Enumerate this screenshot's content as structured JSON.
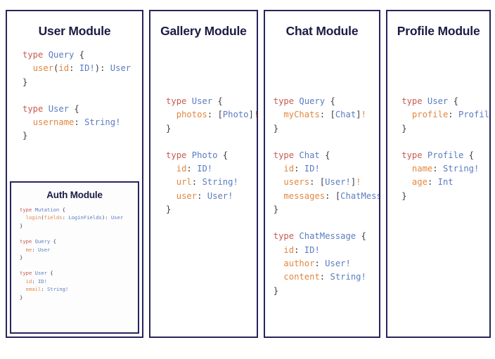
{
  "theme": {
    "border_color": "#27245c",
    "title_color": "#1b1b43",
    "keyword_color": "#c85b53",
    "type_color": "#5b7cc0",
    "field_color": "#e2873f",
    "punctuation_color": "#3b3b42",
    "background": "#ffffff"
  },
  "modules": [
    {
      "id": "user",
      "title": "User Module",
      "blocks": [
        {
          "lines": [
            [
              {
                "t": "type ",
                "c": "kw"
              },
              {
                "t": "Query",
                "c": "typ"
              },
              {
                "t": " {",
                "c": "pun"
              }
            ],
            [
              {
                "t": "  ",
                "c": "pun"
              },
              {
                "t": "user",
                "c": "fld"
              },
              {
                "t": "(",
                "c": "pun"
              },
              {
                "t": "id",
                "c": "fld"
              },
              {
                "t": ": ",
                "c": "pun"
              },
              {
                "t": "ID!",
                "c": "typ"
              },
              {
                "t": "): ",
                "c": "pun"
              },
              {
                "t": "User",
                "c": "typ"
              }
            ],
            [
              {
                "t": "}",
                "c": "pun"
              }
            ]
          ]
        },
        {
          "lines": [
            [
              {
                "t": "type ",
                "c": "kw"
              },
              {
                "t": "User",
                "c": "typ"
              },
              {
                "t": " {",
                "c": "pun"
              }
            ],
            [
              {
                "t": "  ",
                "c": "pun"
              },
              {
                "t": "username",
                "c": "fld"
              },
              {
                "t": ": ",
                "c": "pun"
              },
              {
                "t": "String!",
                "c": "typ"
              }
            ],
            [
              {
                "t": "}",
                "c": "pun"
              }
            ]
          ]
        }
      ],
      "nested": {
        "id": "auth",
        "title": "Auth Module",
        "blocks": [
          {
            "lines": [
              [
                {
                  "t": "type ",
                  "c": "kw"
                },
                {
                  "t": "Mutation",
                  "c": "typ"
                },
                {
                  "t": " {",
                  "c": "pun"
                }
              ],
              [
                {
                  "t": "  ",
                  "c": "pun"
                },
                {
                  "t": "login",
                  "c": "fld"
                },
                {
                  "t": "(",
                  "c": "pun"
                },
                {
                  "t": "fields",
                  "c": "fld"
                },
                {
                  "t": ": ",
                  "c": "pun"
                },
                {
                  "t": "LoginFields",
                  "c": "typ"
                },
                {
                  "t": "): ",
                  "c": "pun"
                },
                {
                  "t": "User",
                  "c": "typ"
                }
              ],
              [
                {
                  "t": "}",
                  "c": "pun"
                }
              ]
            ]
          },
          {
            "lines": [
              [
                {
                  "t": "type ",
                  "c": "kw"
                },
                {
                  "t": "Query",
                  "c": "typ"
                },
                {
                  "t": " {",
                  "c": "pun"
                }
              ],
              [
                {
                  "t": "  ",
                  "c": "pun"
                },
                {
                  "t": "me",
                  "c": "fld"
                },
                {
                  "t": ": ",
                  "c": "pun"
                },
                {
                  "t": "User",
                  "c": "typ"
                }
              ],
              [
                {
                  "t": "}",
                  "c": "pun"
                }
              ]
            ]
          },
          {
            "lines": [
              [
                {
                  "t": "type ",
                  "c": "kw"
                },
                {
                  "t": "User",
                  "c": "typ"
                },
                {
                  "t": " {",
                  "c": "pun"
                }
              ],
              [
                {
                  "t": "  ",
                  "c": "pun"
                },
                {
                  "t": "id",
                  "c": "fld"
                },
                {
                  "t": ": ",
                  "c": "pun"
                },
                {
                  "t": "ID!",
                  "c": "typ"
                }
              ],
              [
                {
                  "t": "  ",
                  "c": "pun"
                },
                {
                  "t": "email",
                  "c": "fld"
                },
                {
                  "t": ": ",
                  "c": "pun"
                },
                {
                  "t": "String!",
                  "c": "typ"
                }
              ],
              [
                {
                  "t": "}",
                  "c": "pun"
                }
              ]
            ]
          }
        ]
      }
    },
    {
      "id": "gallery",
      "title": "Gallery Module",
      "blocks": [
        {
          "lines": [
            [
              {
                "t": "type ",
                "c": "kw"
              },
              {
                "t": "User",
                "c": "typ"
              },
              {
                "t": " {",
                "c": "pun"
              }
            ],
            [
              {
                "t": "  ",
                "c": "pun"
              },
              {
                "t": "photos",
                "c": "fld"
              },
              {
                "t": ": ",
                "c": "pun"
              },
              {
                "t": "[",
                "c": "pun"
              },
              {
                "t": "Photo",
                "c": "typ"
              },
              {
                "t": "]",
                "c": "pun"
              },
              {
                "t": "!",
                "c": "fld"
              }
            ],
            [
              {
                "t": "}",
                "c": "pun"
              }
            ]
          ]
        },
        {
          "lines": [
            [
              {
                "t": "type ",
                "c": "kw"
              },
              {
                "t": "Photo",
                "c": "typ"
              },
              {
                "t": " {",
                "c": "pun"
              }
            ],
            [
              {
                "t": "  ",
                "c": "pun"
              },
              {
                "t": "id",
                "c": "fld"
              },
              {
                "t": ": ",
                "c": "pun"
              },
              {
                "t": "ID!",
                "c": "typ"
              }
            ],
            [
              {
                "t": "  ",
                "c": "pun"
              },
              {
                "t": "url",
                "c": "fld"
              },
              {
                "t": ": ",
                "c": "pun"
              },
              {
                "t": "String!",
                "c": "typ"
              }
            ],
            [
              {
                "t": "  ",
                "c": "pun"
              },
              {
                "t": "user",
                "c": "fld"
              },
              {
                "t": ": ",
                "c": "pun"
              },
              {
                "t": "User!",
                "c": "typ"
              }
            ],
            [
              {
                "t": "}",
                "c": "pun"
              }
            ]
          ]
        }
      ]
    },
    {
      "id": "chat",
      "title": "Chat Module",
      "blocks": [
        {
          "lines": [
            [
              {
                "t": "type ",
                "c": "kw"
              },
              {
                "t": "Query",
                "c": "typ"
              },
              {
                "t": " {",
                "c": "pun"
              }
            ],
            [
              {
                "t": "  ",
                "c": "pun"
              },
              {
                "t": "myChats",
                "c": "fld"
              },
              {
                "t": ": ",
                "c": "pun"
              },
              {
                "t": "[",
                "c": "pun"
              },
              {
                "t": "Chat",
                "c": "typ"
              },
              {
                "t": "]",
                "c": "pun"
              },
              {
                "t": "!",
                "c": "fld"
              }
            ],
            [
              {
                "t": "}",
                "c": "pun"
              }
            ]
          ]
        },
        {
          "lines": [
            [
              {
                "t": "type ",
                "c": "kw"
              },
              {
                "t": "Chat",
                "c": "typ"
              },
              {
                "t": " {",
                "c": "pun"
              }
            ],
            [
              {
                "t": "  ",
                "c": "pun"
              },
              {
                "t": "id",
                "c": "fld"
              },
              {
                "t": ": ",
                "c": "pun"
              },
              {
                "t": "ID!",
                "c": "typ"
              }
            ],
            [
              {
                "t": "  ",
                "c": "pun"
              },
              {
                "t": "users",
                "c": "fld"
              },
              {
                "t": ": ",
                "c": "pun"
              },
              {
                "t": "[",
                "c": "pun"
              },
              {
                "t": "User!",
                "c": "typ"
              },
              {
                "t": "]",
                "c": "pun"
              },
              {
                "t": "!",
                "c": "fld"
              }
            ],
            [
              {
                "t": "  ",
                "c": "pun"
              },
              {
                "t": "messages",
                "c": "fld"
              },
              {
                "t": ": ",
                "c": "pun"
              },
              {
                "t": "[",
                "c": "pun"
              },
              {
                "t": "ChatMessage",
                "c": "typ"
              },
              {
                "t": "]",
                "c": "pun"
              },
              {
                "t": "!",
                "c": "fld"
              }
            ],
            [
              {
                "t": "}",
                "c": "pun"
              }
            ]
          ]
        },
        {
          "lines": [
            [
              {
                "t": "type ",
                "c": "kw"
              },
              {
                "t": "ChatMessage",
                "c": "typ"
              },
              {
                "t": " {",
                "c": "pun"
              }
            ],
            [
              {
                "t": "  ",
                "c": "pun"
              },
              {
                "t": "id",
                "c": "fld"
              },
              {
                "t": ": ",
                "c": "pun"
              },
              {
                "t": "ID!",
                "c": "typ"
              }
            ],
            [
              {
                "t": "  ",
                "c": "pun"
              },
              {
                "t": "author",
                "c": "fld"
              },
              {
                "t": ": ",
                "c": "pun"
              },
              {
                "t": "User!",
                "c": "typ"
              }
            ],
            [
              {
                "t": "  ",
                "c": "pun"
              },
              {
                "t": "content",
                "c": "fld"
              },
              {
                "t": ": ",
                "c": "pun"
              },
              {
                "t": "String!",
                "c": "typ"
              }
            ],
            [
              {
                "t": "}",
                "c": "pun"
              }
            ]
          ]
        }
      ]
    },
    {
      "id": "profile",
      "title": "Profile Module",
      "blocks": [
        {
          "lines": [
            [
              {
                "t": "type ",
                "c": "kw"
              },
              {
                "t": "User",
                "c": "typ"
              },
              {
                "t": " {",
                "c": "pun"
              }
            ],
            [
              {
                "t": "  ",
                "c": "pun"
              },
              {
                "t": "profile",
                "c": "fld"
              },
              {
                "t": ": ",
                "c": "pun"
              },
              {
                "t": "Profile!",
                "c": "typ"
              }
            ],
            [
              {
                "t": "}",
                "c": "pun"
              }
            ]
          ]
        },
        {
          "lines": [
            [
              {
                "t": "type ",
                "c": "kw"
              },
              {
                "t": "Profile",
                "c": "typ"
              },
              {
                "t": " {",
                "c": "pun"
              }
            ],
            [
              {
                "t": "  ",
                "c": "pun"
              },
              {
                "t": "name",
                "c": "fld"
              },
              {
                "t": ": ",
                "c": "pun"
              },
              {
                "t": "String!",
                "c": "typ"
              }
            ],
            [
              {
                "t": "  ",
                "c": "pun"
              },
              {
                "t": "age",
                "c": "fld"
              },
              {
                "t": ": ",
                "c": "pun"
              },
              {
                "t": "Int",
                "c": "typ"
              }
            ],
            [
              {
                "t": "}",
                "c": "pun"
              }
            ]
          ]
        }
      ]
    }
  ]
}
